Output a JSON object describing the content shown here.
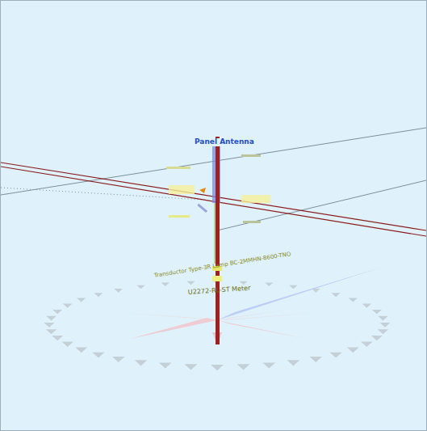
{
  "diagram": {
    "labels": [
      "Panel Antenna",
      "Transductor Type-3R Lamp BC-2MMHN-8600-TNO",
      "U2272-RL-ST Meter"
    ]
  }
}
